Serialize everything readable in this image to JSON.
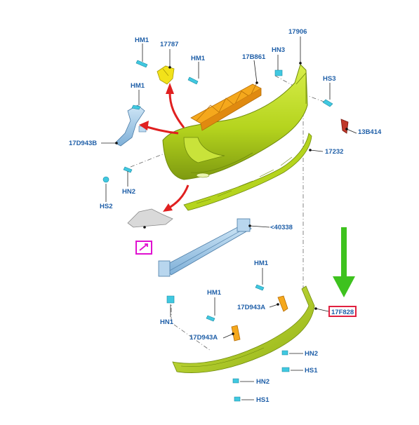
{
  "diagram": {
    "colors": {
      "bumper_green": "#b5d41e",
      "bumper_dark": "#6f8a0c",
      "orange_part": "#f5a81c",
      "yellow_part": "#f2e21a",
      "blue_part": "#9ec6e6",
      "label_text": "#1f5fa8",
      "red_arrow": "#e02020",
      "green_arrow": "#3ec21e",
      "highlight_box": "#e0206a",
      "magenta_box": "#e010d0",
      "cyan_fastener": "#40c8e0"
    },
    "labels": {
      "hm1_top": "HM1",
      "p17787": "17787",
      "hm1_mid": "HM1",
      "p17b861": "17B861",
      "hn3": "HN3",
      "p17906": "17906",
      "hs3": "HS3",
      "hm1_left": "HM1",
      "p17d943b": "17D943B",
      "p13b414": "13B414",
      "p17232": "17232",
      "hn2_left": "HN2",
      "hs2": "HS2",
      "p40338": "<40338",
      "hm1_lower": "HM1",
      "hm1_lower2": "HM1",
      "p17d943a_right": "17D943A",
      "p17d943a_left": "17D943A",
      "hn1": "HN1",
      "p17f828": "17F828",
      "hn2_right": "HN2",
      "hs1_right": "HS1",
      "hn2_bottom": "HN2",
      "hs1_bottom": "HS1"
    }
  }
}
